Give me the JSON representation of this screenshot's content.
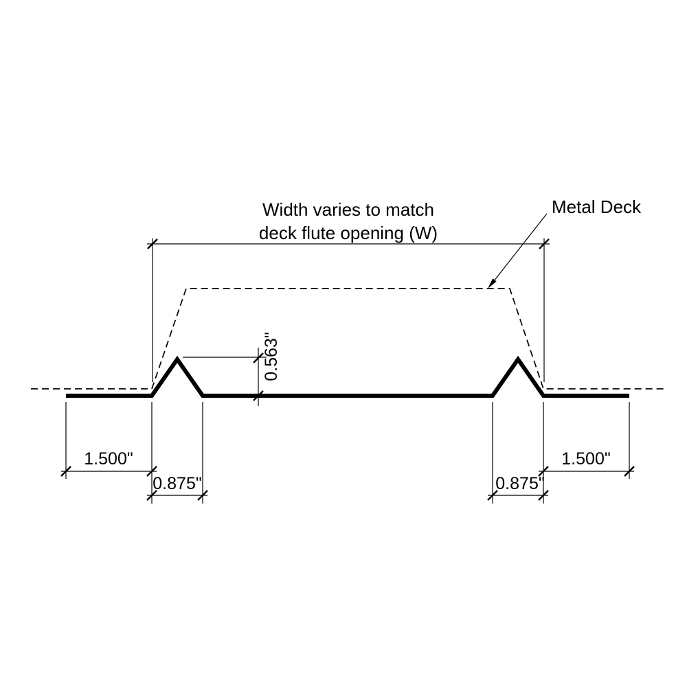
{
  "labels": {
    "width_note_line1": "Width varies to match",
    "width_note_line2": "deck flute opening (W)",
    "metal_deck": "Metal Deck"
  },
  "dimensions": {
    "rib_height": "0.563\"",
    "left_edge_width": "1.500\"",
    "left_rib_width": "0.875\"",
    "right_rib_width": "0.875\"",
    "right_edge_width": "1.500\""
  },
  "colors": {
    "line": "#000000",
    "background": "#ffffff"
  }
}
